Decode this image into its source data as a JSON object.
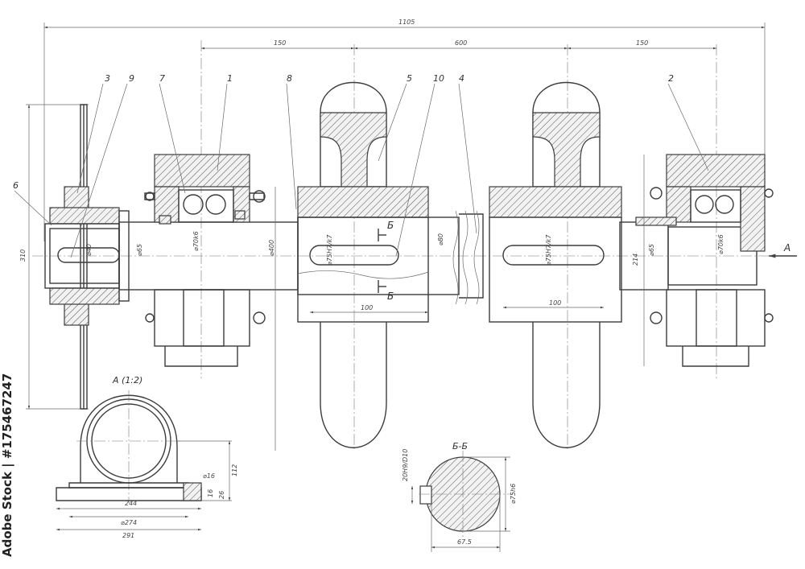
{
  "dimensions": {
    "overall_length": "1105",
    "left_span": "150",
    "center_span": "600",
    "right_span": "150",
    "height_left": "310",
    "dia_40": "⌀40",
    "dia_65_left": "⌀65",
    "dia_70_left": "⌀70k6",
    "dia_400": "⌀400",
    "dia_75_left": "⌀75H7/k7",
    "dia_80": "⌀80",
    "dia_75_right": "⌀75H7/k7",
    "dia_65_right": "⌀65",
    "dia_70_right": "⌀70k6",
    "size_214": "214",
    "key_left": "100",
    "key_right": "100"
  },
  "part_numbers": [
    "1",
    "2",
    "3",
    "4",
    "5",
    "6",
    "7",
    "8",
    "9",
    "10"
  ],
  "section_marks": {
    "upper": "Б",
    "lower": "Б",
    "arrow_a": "А"
  },
  "view_a": {
    "title": "А (1:2)",
    "dims": {
      "w244": "244",
      "w274": "⌀274",
      "w291": "291",
      "h112": "112",
      "d16": "⌀16",
      "h16": "16",
      "h26": "26"
    }
  },
  "section_bb": {
    "title": "Б-Б",
    "dims": {
      "dia": "⌀75h6",
      "key_w": "20H9/D10",
      "depth": "67.5"
    }
  },
  "stock_label": "Adobe Stock | #175467247"
}
